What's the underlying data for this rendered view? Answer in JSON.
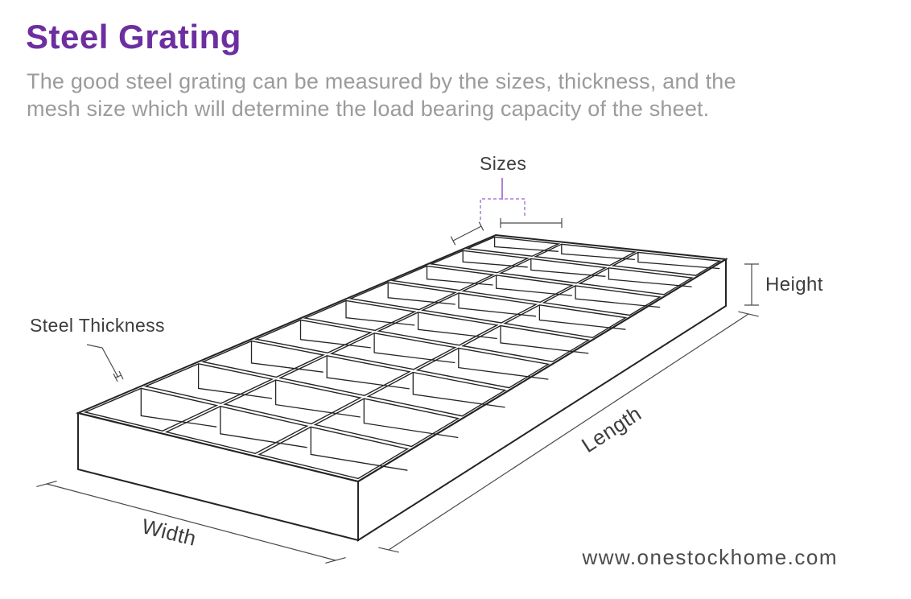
{
  "header": {
    "title": "Steel Grating",
    "description_line1": "The good steel grating can be measured by the sizes, thickness, and the",
    "description_line2": "mesh size which will determine the load bearing capacity of the sheet."
  },
  "diagram": {
    "labels": {
      "sizes": "Sizes",
      "height": "Height",
      "steel_thickness": "Steel Thickness",
      "length": "Length",
      "width": "Width"
    },
    "mesh": {
      "cells_along_length": 9,
      "cells_across_width": 3
    },
    "colors": {
      "line": "#242424",
      "dimension": "#4a4a4a",
      "accent_purple_solid": "#9A63CC",
      "accent_purple_dashed": "#AC7BD8",
      "title_purple": "#6C2EA0"
    }
  },
  "footer": {
    "website": "www.onestockhome.com"
  }
}
